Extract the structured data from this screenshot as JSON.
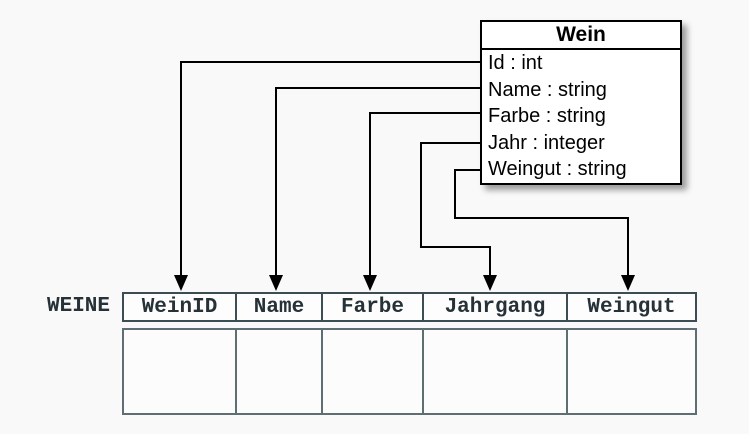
{
  "class_box": {
    "title": "Wein",
    "attributes": [
      "Id : int",
      "Name : string",
      "Farbe : string",
      "Jahr : integer",
      "Weingut : string"
    ]
  },
  "table": {
    "label": "WEINE",
    "columns": [
      "WeinID",
      "Name",
      "Farbe",
      "Jahrgang",
      "Weingut"
    ],
    "empty_row_count": 1
  },
  "mappings": [
    {
      "from": "Id",
      "to": "WeinID"
    },
    {
      "from": "Name",
      "to": "Name"
    },
    {
      "from": "Farbe",
      "to": "Farbe"
    },
    {
      "from": "Jahr",
      "to": "Jahrgang"
    },
    {
      "from": "Weingut",
      "to": "Weingut"
    }
  ],
  "colors": {
    "background": "#f9f9f9",
    "connector_line": "#000000",
    "class_border": "#000000",
    "class_fill": "#ffffff",
    "table_header_border": "#3c4e54",
    "table_row_border": "#5f6e72",
    "table_text": "#263238"
  }
}
